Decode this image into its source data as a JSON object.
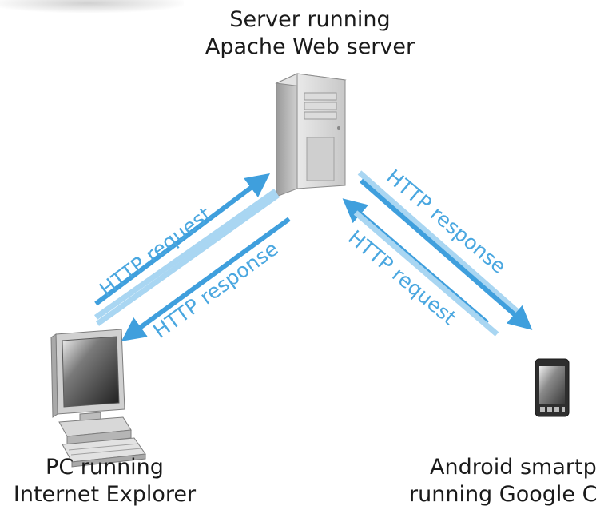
{
  "server": {
    "label_line1": "Server running",
    "label_line2": "Apache Web server",
    "icon": "server-tower-icon"
  },
  "pc": {
    "label_line1": "PC running",
    "label_line2": "Internet Explorer",
    "icon": "desktop-pc-icon"
  },
  "phone": {
    "label_line1": "Android smartp",
    "label_line2": "running Google C",
    "icon": "smartphone-icon"
  },
  "arrows": {
    "pc_request": "HTTP request",
    "pc_response": "HTTP response",
    "phone_response": "HTTP response",
    "phone_request": "HTTP request"
  },
  "colors": {
    "arrow_dark": "#3f9fdd",
    "arrow_light": "#a9d6f2",
    "text_blue": "#4aa7e0"
  }
}
